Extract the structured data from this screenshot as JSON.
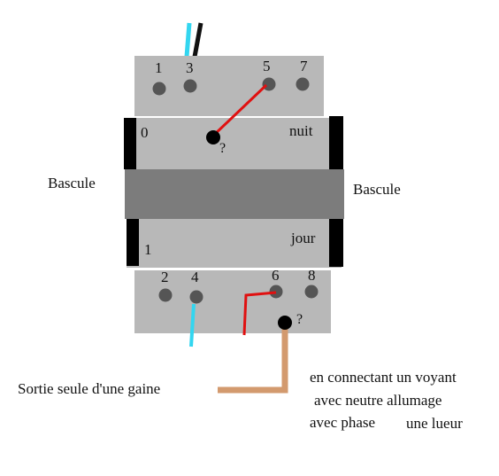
{
  "terminals_top": [
    "1",
    "3",
    "5",
    "7"
  ],
  "terminals_bottom": [
    "2",
    "4",
    "6",
    "8"
  ],
  "rocker": {
    "label_0": "0",
    "label_1": "1",
    "label_nuit": "nuit",
    "label_jour": "jour",
    "label_left": "Bascule",
    "label_right": "Bascule"
  },
  "unknown_mark_top": "?",
  "unknown_mark_bottom": "?",
  "notes": {
    "output": "Sortie seule d'une gaine",
    "line1": "en connectant un voyant",
    "line2": "avec neutre allumage",
    "line3a": "avec phase",
    "line3b": "une lueur"
  },
  "colors": {
    "blue_wire": "#33d6f0",
    "black_wire": "#111111",
    "red_wire": "#e01010",
    "tan_wire": "#d39a6e",
    "light_block": "#b8b8b8",
    "dark_bar": "#7c7c7c"
  }
}
